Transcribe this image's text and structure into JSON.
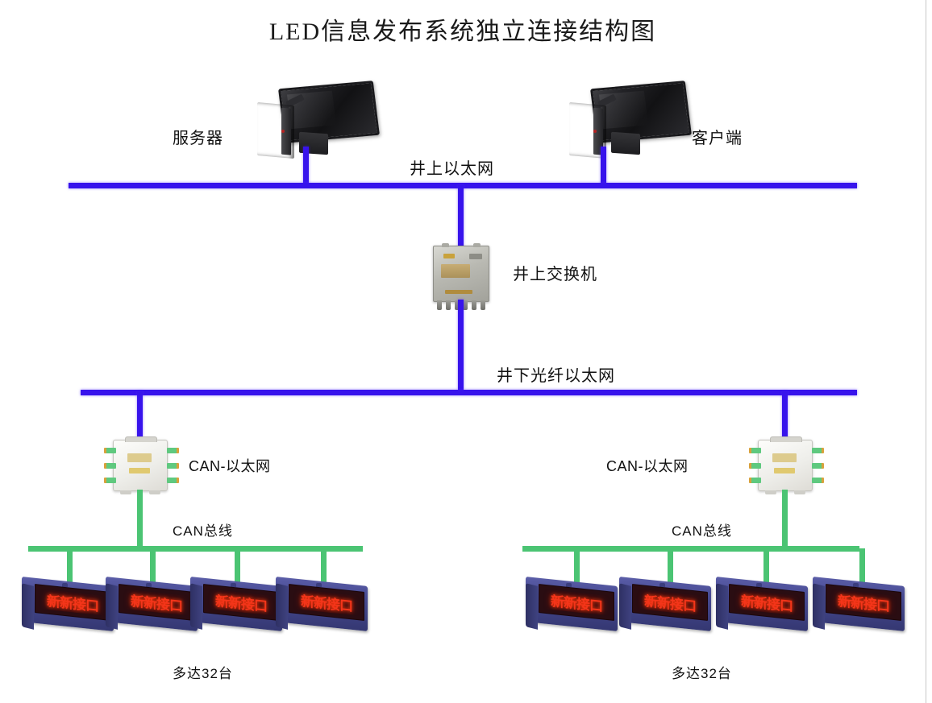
{
  "diagram": {
    "title": "LED信息发布系统独立连接结构图",
    "network_labels": {
      "surface_ethernet": "井上以太网",
      "underground_fiber_ethernet": "井下光纤以太网",
      "can_bus_left": "CAN总线",
      "can_bus_right": "CAN总线"
    },
    "nodes": {
      "server": {
        "label": "服务器",
        "icon": "desktop-computer-icon"
      },
      "client": {
        "label": "客户端",
        "icon": "desktop-computer-icon"
      },
      "surface_switch": {
        "label": "井上交换机",
        "icon": "switch-box-icon"
      },
      "converter_left": {
        "label": "CAN-以太网",
        "icon": "can-ethernet-converter-icon"
      },
      "converter_right": {
        "label": "CAN-以太网",
        "icon": "can-ethernet-converter-icon"
      }
    },
    "led_units": {
      "screen_text": "新新接口",
      "left_group": {
        "count_label": "多达32台",
        "units": [
          "新新接口",
          "新新接口",
          "新新接口",
          "新新接口"
        ]
      },
      "right_group": {
        "count_label": "多达32台",
        "units": [
          "新新接口",
          "新新接口",
          "新新接口",
          "新新接口"
        ]
      }
    },
    "colors": {
      "ethernet_bus": "#3713ec",
      "can_bus": "#4bc473",
      "led_text": "#f4351a",
      "led_body": "#474a92",
      "title_text": "#1a1a1a"
    }
  }
}
